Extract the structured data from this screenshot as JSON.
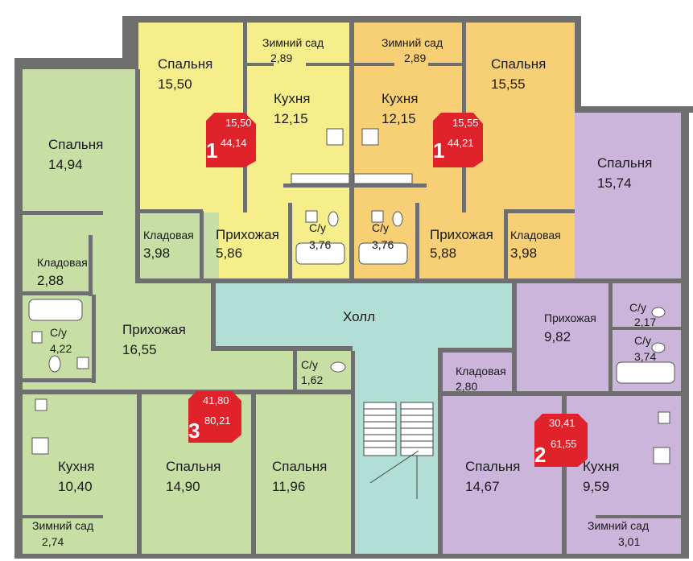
{
  "rooms": {
    "bed_a": {
      "name": "Спальня",
      "area": "15,50"
    },
    "garden_a": {
      "name": "Зимний сад",
      "area": "2,89"
    },
    "kitchen_a": {
      "name": "Кухня",
      "area": "12,15"
    },
    "store_a": {
      "name": "Кладовая",
      "area": "3,98"
    },
    "hall_a": {
      "name": "Прихожая",
      "area": "5,86"
    },
    "bath_a": {
      "name": "С/у",
      "area": "3,76"
    },
    "garden_b": {
      "name": "Зимний сад",
      "area": "2,89"
    },
    "kitchen_b": {
      "name": "Кухня",
      "area": "12,15"
    },
    "bed_b": {
      "name": "Спальня",
      "area": "15,55"
    },
    "bath_b": {
      "name": "С/у",
      "area": "3,76"
    },
    "hall_b": {
      "name": "Прихожая",
      "area": "5,88"
    },
    "store_b": {
      "name": "Кладовая",
      "area": "3,98"
    },
    "bed_c1": {
      "name": "Спальня",
      "area": "14,94"
    },
    "store_c": {
      "name": "Кладовая",
      "area": "2,88"
    },
    "bath_c1": {
      "name": "С/у",
      "area": "4,22"
    },
    "hall_c": {
      "name": "Прихожая",
      "area": "16,55"
    },
    "bath_c2": {
      "name": "С/у",
      "area": "1,62"
    },
    "kitchen_c": {
      "name": "Кухня",
      "area": "10,40"
    },
    "garden_c": {
      "name": "Зимний сад",
      "area": "2,74"
    },
    "bed_c2": {
      "name": "Спальня",
      "area": "14,90"
    },
    "bed_c3": {
      "name": "Спальня",
      "area": "11,96"
    },
    "common_hall": {
      "name": "Холл"
    },
    "bed_d1": {
      "name": "Спальня",
      "area": "15,74"
    },
    "hall_d": {
      "name": "Прихожая",
      "area": "9,82"
    },
    "bath_d1": {
      "name": "С/у",
      "area": "2,17"
    },
    "bath_d2": {
      "name": "С/у",
      "area": "3,74"
    },
    "store_d": {
      "name": "Кладовая",
      "area": "2,80"
    },
    "bed_d2": {
      "name": "Спальня",
      "area": "14,67"
    },
    "kitchen_d": {
      "name": "Кухня",
      "area": "9,59"
    },
    "garden_d": {
      "name": "Зимний сад",
      "area": "3,01"
    }
  },
  "apartments": {
    "a": {
      "rooms": "1",
      "living": "15,50",
      "total": "44,14"
    },
    "b": {
      "rooms": "1",
      "living": "15,55",
      "total": "44,21"
    },
    "c": {
      "rooms": "3",
      "living": "41,80",
      "total": "80,21"
    },
    "d": {
      "rooms": "2",
      "living": "30,41",
      "total": "61,55"
    }
  },
  "colors": {
    "apt_a": "#f6ee8a",
    "apt_b": "#f7cf74",
    "apt_c": "#c7dea4",
    "apt_d": "#cbb5da",
    "hall": "#b2dfd5",
    "badge": "#e0222a",
    "wall": "#6f6f6f"
  }
}
